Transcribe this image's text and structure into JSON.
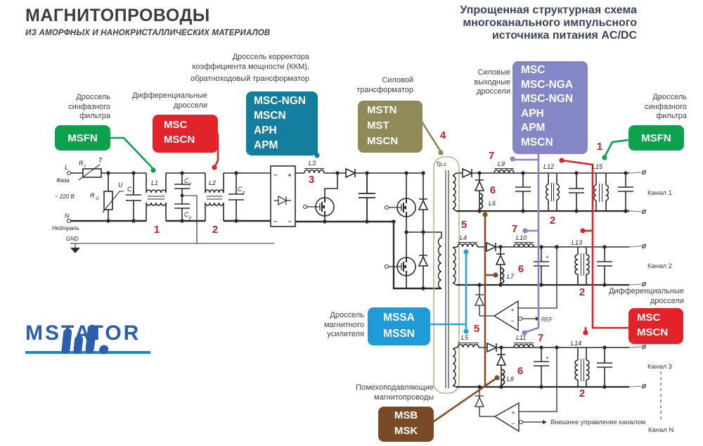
{
  "header": {
    "title": "МАГНИТОПРОВОДЫ",
    "subtitle": "ИЗ АМОРФНЫХ И НАНОКРИСТАЛЛИЧЕСКИХ МАТЕРИАЛОВ"
  },
  "diagram_title": {
    "line1": "Упрощенная структурная схема",
    "line2": "многоканального импульсного",
    "line3": "источника питания AC/DC"
  },
  "boxes": {
    "msfn_left": {
      "label": [
        "Дроссель",
        "синфазного",
        "фильтра"
      ],
      "items": [
        "MSFN"
      ]
    },
    "diff_left": {
      "label": [
        "Дифференциальные",
        "дроссели"
      ],
      "items": [
        "MSC",
        "MSCN"
      ]
    },
    "pfc": {
      "label": [
        "Дроссель корректора",
        "коэффициента мощности (ККМ),",
        "обратноходовый трансформатор"
      ],
      "items": [
        "MSC-NGN",
        "MSCN",
        "APH",
        "APM"
      ]
    },
    "power_transformer": {
      "label": [
        "Силовой",
        "трансформатор"
      ],
      "items": [
        "MSTN",
        "MST",
        "MSCN"
      ]
    },
    "output_chokes": {
      "label": [
        "Силовые",
        "выходные",
        "дроссели"
      ],
      "items": [
        "MSC",
        "MSC-NGA",
        "MSC-NGN",
        "APH",
        "APM",
        "MSCN"
      ]
    },
    "msfn_right": {
      "label": [
        "Дроссель",
        "синфазного",
        "фильтра"
      ],
      "items": [
        "MSFN"
      ]
    },
    "magamp": {
      "label": [
        "Дроссель",
        "магнитного",
        "усилителя"
      ],
      "items": [
        "MSSA",
        "MSSN"
      ]
    },
    "suppression": {
      "label": [
        "Помехоподавляющие",
        "магнитопроводы"
      ],
      "items": [
        "MSB",
        "MSK"
      ]
    },
    "diff_right": {
      "label": [
        "Дифференциальные",
        "дроссели"
      ],
      "items": [
        "MSC",
        "MSCN"
      ]
    }
  },
  "markers": {
    "m1": "1",
    "m2": "2",
    "m3": "3",
    "m4": "4",
    "m5": "5",
    "m6": "6",
    "m7": "7"
  },
  "sch": {
    "l1": "L1",
    "l2": "L2",
    "l3": "L3",
    "l4": "L4",
    "l5": "L5",
    "l6": "L6",
    "l7": "L7",
    "l8": "L8",
    "l9": "L9",
    "l10": "L10",
    "l11": "L11",
    "l12": "L12",
    "l13": "L13",
    "l14": "L14",
    "l15": "L15",
    "c": "C",
    "sub_x": "x",
    "sub_y": "y",
    "r": "R",
    "sub_t": "t",
    "sub_u": "U",
    "t": "T",
    "u": "U",
    "phase_terminal": "L",
    "phase": "Фаза",
    "neutral_terminal": "N",
    "neutral": "Нейтраль",
    "mains_voltage": "~ 220 В",
    "gnd": "GND",
    "transformer": "Тр.с",
    "ref": "REF",
    "ac": "~",
    "plus": "+",
    "minus": "−"
  },
  "channels": {
    "ch1": "Канал 1",
    "ch2": "Канал 2",
    "ch3": "Канал 3",
    "chn": "Канал N",
    "external_control": "Внешнее управление каналом"
  },
  "logo": {
    "text": "MSTATOR"
  },
  "colors": {
    "green": "#0da04d",
    "red": "#e2242a",
    "teal": "#137e9e",
    "olive": "#8f8a58",
    "purple": "#8486c6",
    "blue": "#219bd8",
    "brown": "#7a4a27",
    "marker": "#c2212b",
    "logo": "#2b5fad"
  }
}
